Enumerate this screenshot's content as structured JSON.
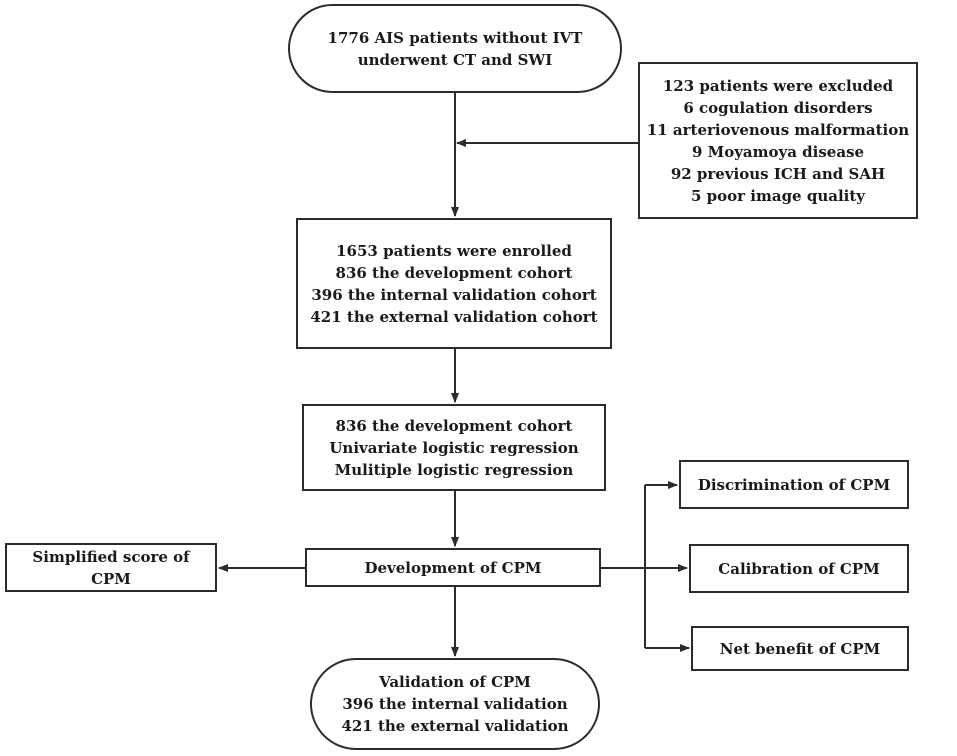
{
  "boxes": {
    "start": [
      "1776 AIS patients without IVT",
      "underwent CT and SWI"
    ],
    "excluded": [
      "123 patients were excluded",
      "6 cogulation disorders",
      "11 arteriovenous malformation",
      "9 Moyamoya disease",
      "92 previous ICH and SAH",
      "5 poor image quality"
    ],
    "enrolled": [
      "1653 patients were enrolled",
      "836 the development cohort",
      "396 the internal validation cohort",
      "421 the external validation cohort"
    ],
    "development_cohort": [
      "836 the development cohort",
      "Univariate logistic regression",
      "Mulitiple logistic regression"
    ],
    "development": [
      "Development of CPM"
    ],
    "simplified": [
      "Simplified score of",
      "CPM"
    ],
    "discrimination": [
      "Discrimination of CPM"
    ],
    "calibration": [
      "Calibration of CPM"
    ],
    "net_benefit": [
      "Net benefit of CPM"
    ],
    "validation": [
      "Validation of CPM",
      "396 the internal validation",
      "421 the external validation"
    ]
  },
  "colors": {
    "stroke": "#2b2b2b",
    "text": "#1a1a1a",
    "background": "#ffffff"
  }
}
